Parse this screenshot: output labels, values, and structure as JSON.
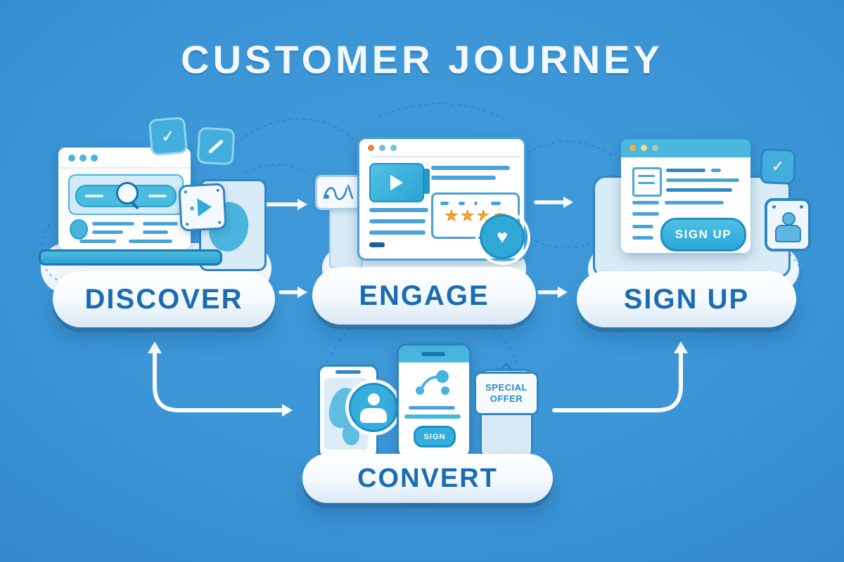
{
  "title": "CUSTOMER JOURNEY",
  "stages": {
    "discover": {
      "label": "DISCOVER"
    },
    "engage": {
      "label": "ENGAGE"
    },
    "signup": {
      "label": "SIGN UP"
    },
    "convert": {
      "label": "CONVERT"
    }
  },
  "illustration_text": {
    "signup_window_button": "SIGN UP",
    "convert_phone_button": "SIGN",
    "offer_tag_line1": "SPECIAL",
    "offer_tag_line2": "OFFER"
  },
  "icons": {
    "check": "✓",
    "heart": "♥",
    "star": "★"
  },
  "colors": {
    "background": "#3b95d6",
    "accent_cyan": "#3cb3de",
    "outline_blue": "#2e86c3",
    "pill_text": "#1a6db4",
    "star_orange": "#f5a623",
    "dot_orange": "#e8823c",
    "dot_yellow": "#f0b03c",
    "white": "#ffffff"
  }
}
